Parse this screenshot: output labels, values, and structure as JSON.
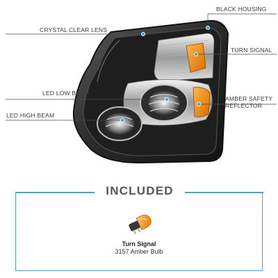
{
  "callouts": {
    "crystal_clear_lens": "CRYSTAL CLEAR LENS",
    "black_housing": "BLACK HOUSING",
    "turn_signal": "TURN SIGNAL",
    "led_low_beam": "LED LOW BEAM",
    "led_high_beam": "LED HIGH BEAM",
    "amber_reflector": "AMBER SAFETY REFLECTOR"
  },
  "included": {
    "title": "INCLUDED",
    "item_name": "Turn Signal",
    "item_desc": "3157 Amber Bulb"
  },
  "colors": {
    "accent": "#3ba7dd",
    "housing": "#2b2b2b",
    "amber": "#f08a00"
  },
  "icons": [
    "headlight-assembly-image",
    "bulb-image"
  ]
}
